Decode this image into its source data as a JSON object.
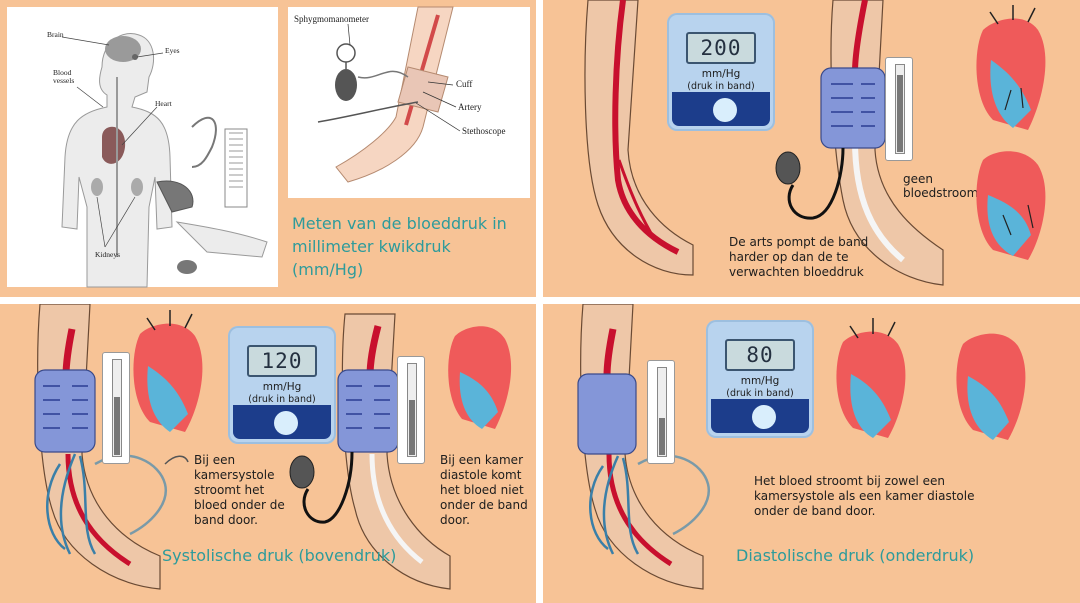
{
  "panel1": {
    "body_labels": {
      "brain": "Brain",
      "eyes": "Eyes",
      "blood_vessels": "Blood\nvessels",
      "heart": "Heart",
      "kidneys": "Kidneys"
    },
    "arm_labels": {
      "sphygmomanometer": "Sphygmomanometer",
      "cuff": "Cuff",
      "artery": "Artery",
      "stethoscope": "Stethoscope"
    },
    "title_line1": "Meten van de bloeddruk in",
    "title_line2": "millimeter kwikdruk",
    "title_line3": "(mm/Hg)"
  },
  "panel2": {
    "meter": {
      "value": "200",
      "unit": "mm/Hg",
      "sub": "(druk in band)"
    },
    "no_flow_line1": "geen",
    "no_flow_line2": "bloedstroom",
    "caption_line1": "De arts pompt de band",
    "caption_line2": "harder op dan de te",
    "caption_line3": "verwachten bloeddruk"
  },
  "panel3": {
    "meter": {
      "value": "120",
      "unit": "mm/Hg",
      "sub": "(druk in band)"
    },
    "left_line1": "Bij een",
    "left_line2": "kamersystole",
    "left_line3": "stroomt het",
    "left_line4": "bloed onder de",
    "left_line5": "band door.",
    "right_line1": "Bij een kamer",
    "right_line2": "diastole komt",
    "right_line3": "het bloed niet",
    "right_line4": "onder de band",
    "right_line5": "door.",
    "title": "Systolische druk (bovendruk)"
  },
  "panel4": {
    "meter": {
      "value": "80",
      "unit": "mm/Hg",
      "sub": "(druk in band)"
    },
    "caption_line1": "Het bloed stroomt bij zowel een",
    "caption_line2": "kamersystole als een kamer diastole",
    "caption_line3": "onder de band door.",
    "title": "Diastolische druk (onderdruk)"
  },
  "colors": {
    "panel_bg": "#f7c396",
    "teal_text": "#2e9b9b",
    "artery_red": "#c8102e",
    "cuff_blue": "#8496d8",
    "meter_dark": "#1c3d8b",
    "heart_red": "#ef5a5a",
    "heart_blue": "#5ab4d9"
  }
}
